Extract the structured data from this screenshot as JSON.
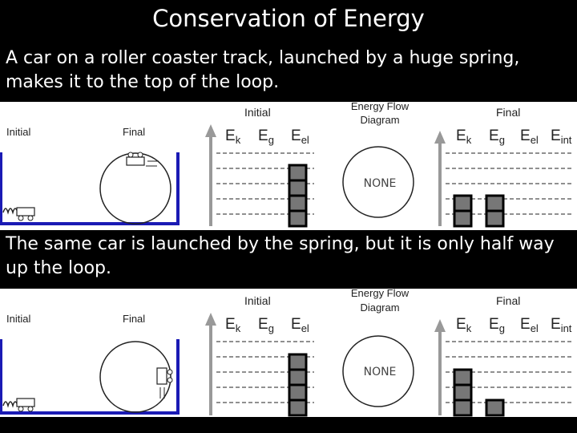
{
  "title": "Conservation of Energy",
  "scenarios": [
    {
      "caption": "A car on a roller coaster track, launched by a huge spring, makes it to the top of the loop.",
      "track": {
        "initial_label": "Initial",
        "final_label": "Final"
      },
      "initial_chart": {
        "label": "Initial",
        "bars": {
          "Ek": 0,
          "Eg": 0,
          "Eel": 4
        }
      },
      "flow": {
        "label_line1": "Energy Flow",
        "label_line2": "Diagram",
        "text": "NONE"
      },
      "final_chart": {
        "label": "Final",
        "bars": {
          "Ek": 2,
          "Eg": 2,
          "Eel": 0,
          "Eint": 0
        }
      }
    },
    {
      "caption": "The same car is launched by the spring, but it is only half way up the loop.",
      "track": {
        "initial_label": "Initial",
        "final_label": "Final"
      },
      "initial_chart": {
        "label": "Initial",
        "bars": {
          "Ek": 0,
          "Eg": 0,
          "Eel": 4
        }
      },
      "flow": {
        "label_line1": "Energy Flow",
        "label_line2": "Diagram",
        "text": "NONE"
      },
      "final_chart": {
        "label": "Final",
        "bars": {
          "Ek": 3,
          "Eg": 1,
          "Eel": 0,
          "Eint": 0
        }
      }
    }
  ],
  "colors": {
    "background": "#000000",
    "panel": "#ffffff",
    "track_outline": "#1a1ab4",
    "bar_fill": "#777777"
  }
}
